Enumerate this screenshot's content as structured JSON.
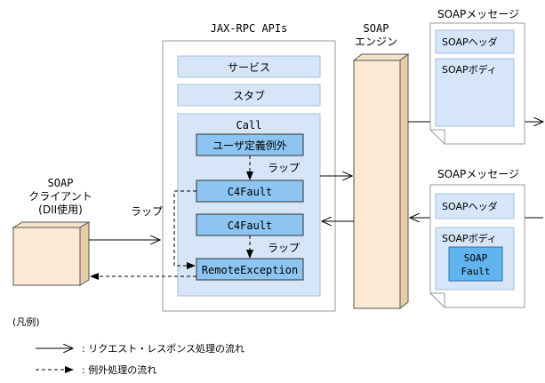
{
  "soap_client": {
    "title": "SOAP",
    "subtitle": "クライアント",
    "note": "(DII使用)"
  },
  "jaxrpc": {
    "title": "JAX-RPC APIs",
    "service": "サービス",
    "stub": "スタブ",
    "call": {
      "title": "Call",
      "user_exception": "ユーザ定義例外",
      "wrap_label_1": "ラップ",
      "c4fault_1": "C4Fault",
      "c4fault_2": "C4Fault",
      "wrap_label_2": "ラップ",
      "remote_exception": "RemoteException"
    },
    "wrap_label_left": "ラップ"
  },
  "soap_engine": {
    "title": "SOAP",
    "subtitle": "エンジン"
  },
  "outgoing_message": {
    "title": "SOAPメッセージ",
    "header": "SOAPヘッダ",
    "body": "SOAPボディ"
  },
  "incoming_message": {
    "title": "SOAPメッセージ",
    "header": "SOAPヘッダ",
    "body": "SOAPボディ",
    "fault_line1": "SOAP",
    "fault_line2": "Fault"
  },
  "legend": {
    "title": "(凡例)",
    "request_flow": ": リクエスト・レスポンス処理の流れ",
    "exception_flow": ": 例外処理の流れ"
  }
}
